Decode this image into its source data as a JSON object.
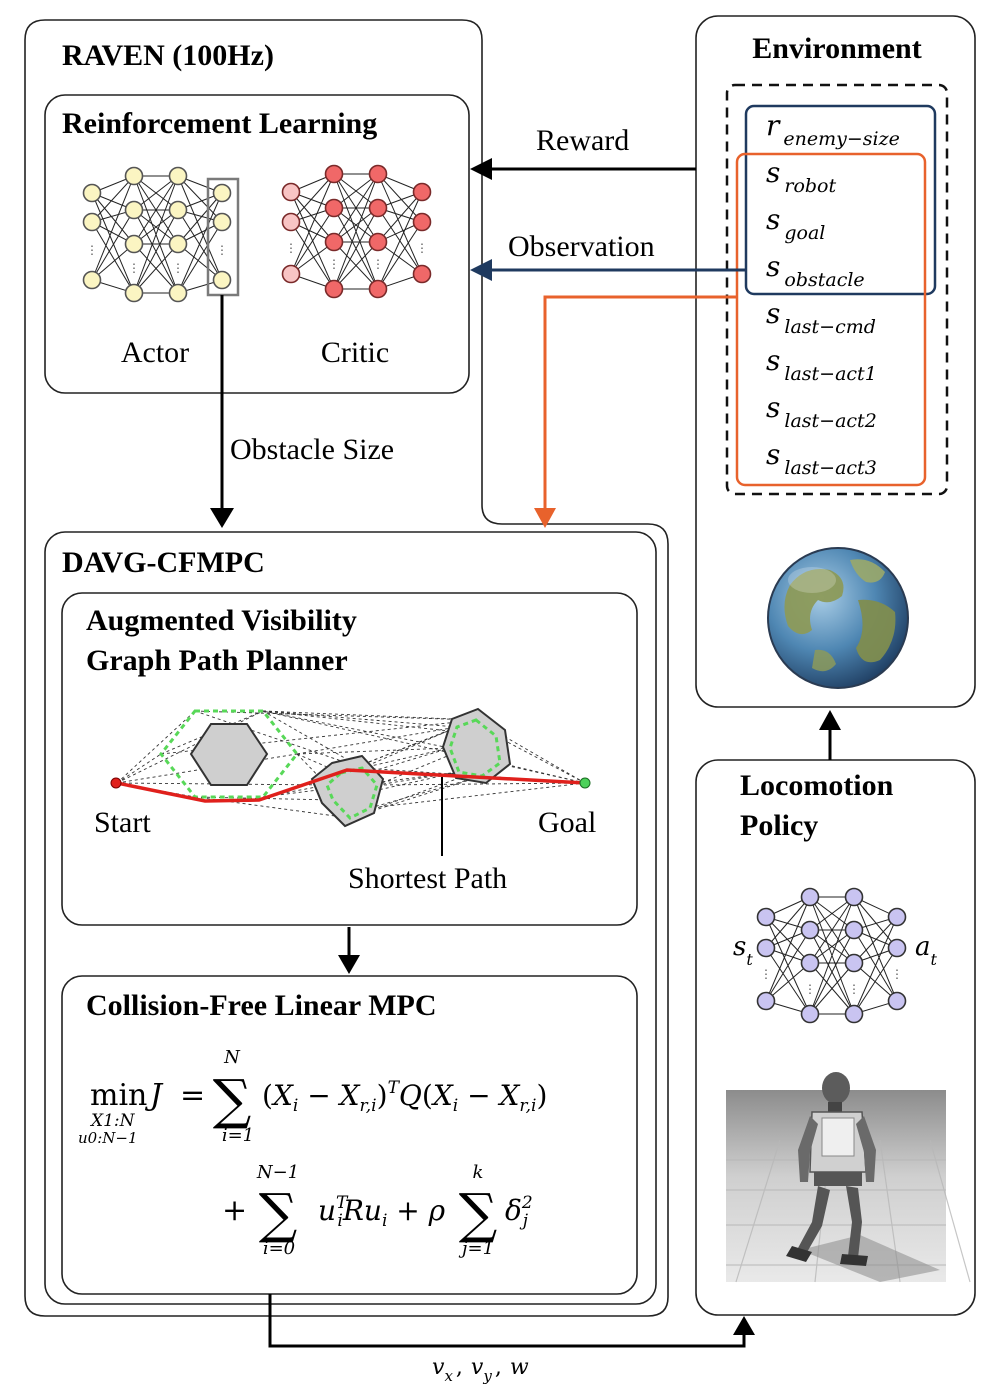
{
  "raven": {
    "title": "RAVEN (100Hz)"
  },
  "rl": {
    "title": "Reinforcement Learning",
    "actor_label": "Actor",
    "critic_label": "Critic"
  },
  "arrows": {
    "reward": "Reward",
    "observation": "Observation",
    "obstacle_size": "Obstacle Size",
    "output_vars": [
      "v",
      "x",
      ",",
      "v",
      "y",
      ",",
      "w"
    ]
  },
  "environment": {
    "title": "Environment",
    "states": [
      {
        "sym": "r",
        "sub": "enemy−size"
      },
      {
        "sym": "s",
        "sub": "robot"
      },
      {
        "sym": "s",
        "sub": "goal"
      },
      {
        "sym": "s",
        "sub": "obstacle"
      },
      {
        "sym": "s",
        "sub": "last−cmd"
      },
      {
        "sym": "s",
        "sub": "last−act1"
      },
      {
        "sym": "s",
        "sub": "last−act2"
      },
      {
        "sym": "s",
        "sub": "last−act3"
      }
    ]
  },
  "davg": {
    "title": "DAVG-CFMPC"
  },
  "planner": {
    "title_line1": "Augmented Visibility",
    "title_line2": "Graph Path Planner",
    "start_label": "Start",
    "goal_label": "Goal",
    "path_label": "Shortest Path"
  },
  "mpc": {
    "title": "Collision-Free Linear MPC",
    "min": "min",
    "min_sub1": "X1:N",
    "min_sub2": "u0:N−1",
    "line1": "J = ∑ (Xᵢ − Xᵣ,ᵢ)ᵀ Q (Xᵢ − Xᵣ,ᵢ)",
    "sum1_top": "N",
    "sum1_bot": "i=1",
    "sum2_top": "N−1",
    "sum2_bot": "i=0",
    "sum3_top": "k",
    "sum3_bot": "j=1"
  },
  "locomotion": {
    "title_line1": "Locomotion",
    "title_line2": "Policy",
    "input": "s",
    "input_sub": "t",
    "output": "a",
    "output_sub": "t"
  },
  "colors": {
    "obs_blue": "#1f3a5f",
    "orange": "#e8622c",
    "path_red": "#e0201c",
    "actor_fill": "#fbf5c2",
    "critic_fill": "#f06868",
    "critic_light": "#f8c4c4",
    "policy_fill": "#c9c4f1",
    "hull_green": "#58d858"
  }
}
